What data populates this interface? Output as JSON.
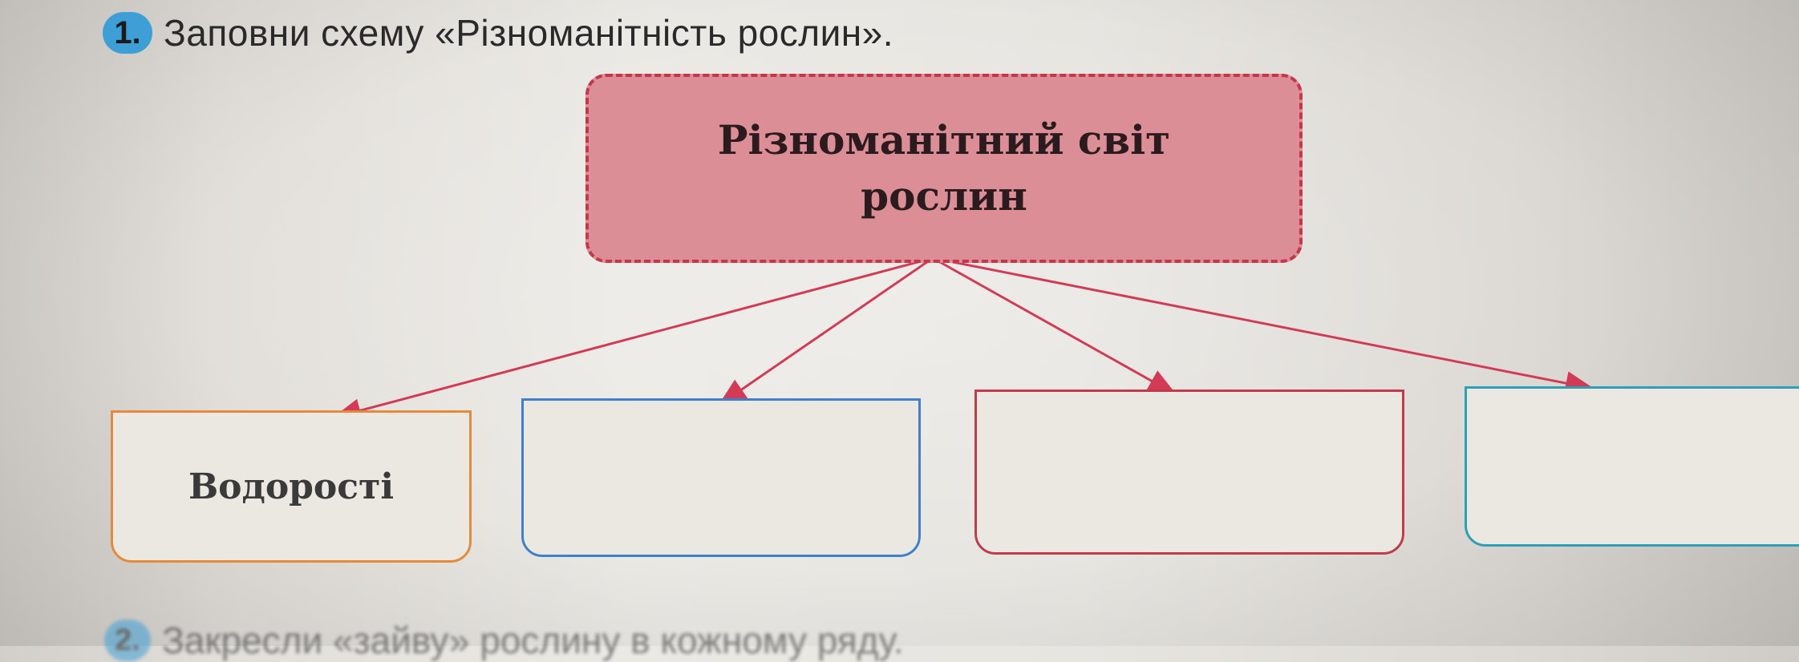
{
  "task": {
    "number": "1.",
    "instruction": "Заповни схему «Різноманітність рослин»."
  },
  "diagram": {
    "root": "Різноманітний світ рослин",
    "categories": [
      {
        "label": "Водорості",
        "border_color": "#e58a3c"
      },
      {
        "label": "",
        "border_color": "#3f7fce"
      },
      {
        "label": "",
        "border_color": "#c23a4e"
      },
      {
        "label": "",
        "border_color": "#2f9fb8"
      }
    ],
    "root_fill": "#dc8e96",
    "root_border": "#c7354a",
    "arrow_color": "#d23a55"
  },
  "next_task": {
    "number": "2.",
    "instruction": "Закресли «зайву» рослину в кожному ряду."
  }
}
